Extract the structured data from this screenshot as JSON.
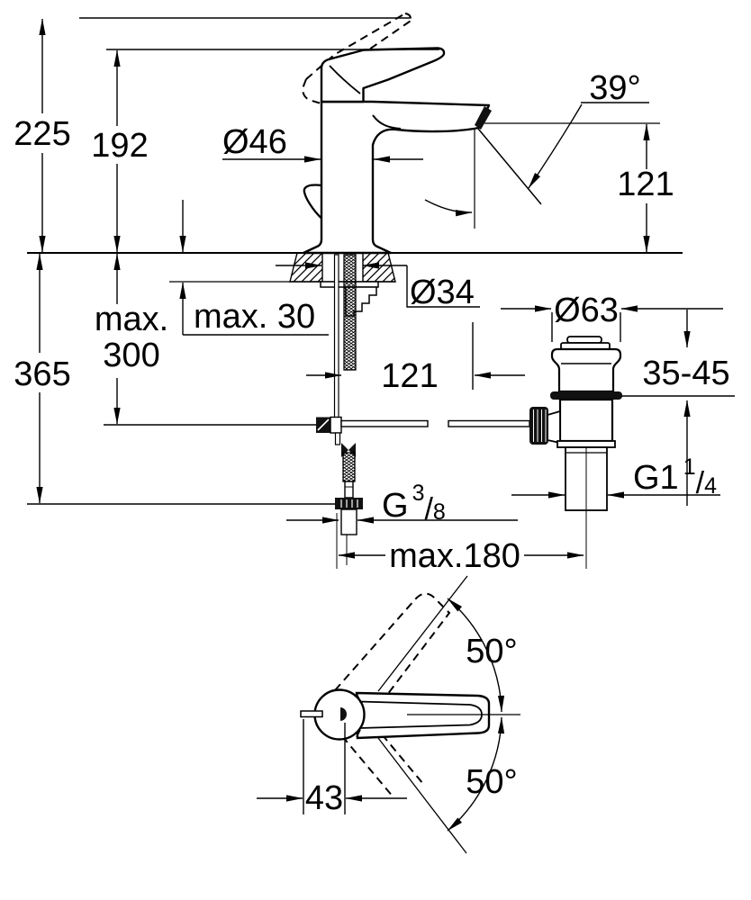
{
  "drawing": {
    "front_view": {
      "overall_height": "225",
      "handle_top_height": "192",
      "body_diameter": "Ø46",
      "stream_angle": "39°",
      "spout_height": "121",
      "max_deck_thickness": "max. 30",
      "tap_hole_diameter": "Ø34",
      "max_rod_depth_line1": "max.",
      "max_rod_depth_line2": "300",
      "hose_depth": "365",
      "spout_reach": "121",
      "center_distance": "max.180",
      "hose_thread": {
        "prefix": "G",
        "numerator": "3",
        "slash": "/",
        "denominator": "8"
      }
    },
    "drain_view": {
      "flange_diameter": "Ø63",
      "deck_clamp_range": "35-45",
      "waste_thread": {
        "prefix": "G1",
        "numerator": "1",
        "slash": "/",
        "denominator": "4"
      }
    },
    "top_view": {
      "swivel_angle_up": "50°",
      "swivel_angle_down": "50°",
      "handle_pivot_offset": "43"
    }
  }
}
